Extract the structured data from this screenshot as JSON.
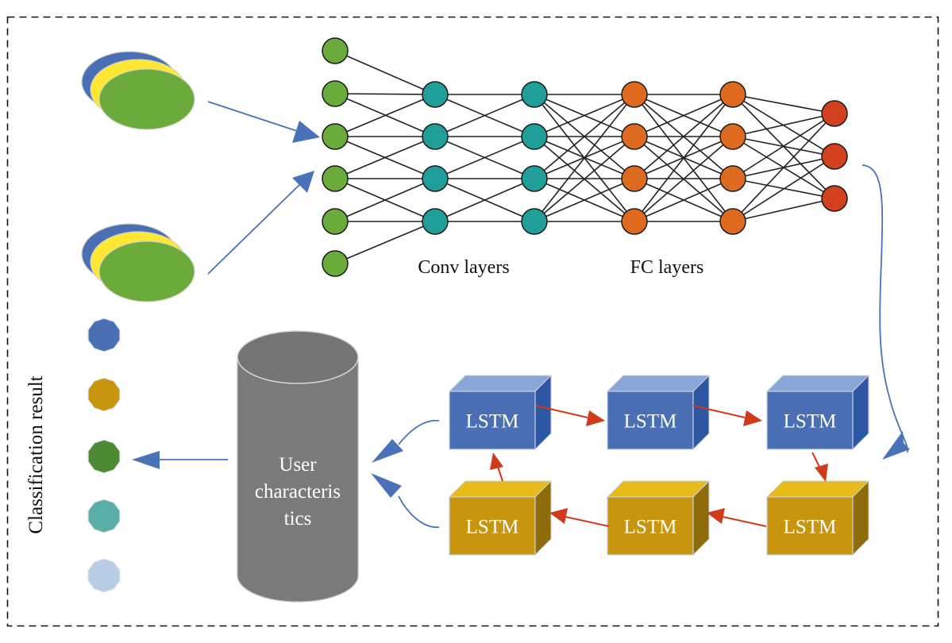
{
  "diagram": {
    "title": "CNN + LSTM user classification pipeline",
    "inputs": [
      {
        "name": "input-image-stack-1",
        "layers": [
          "blue",
          "yellow",
          "green"
        ]
      },
      {
        "name": "input-image-stack-2",
        "layers": [
          "blue",
          "yellow",
          "green"
        ]
      }
    ],
    "network": {
      "layers": [
        {
          "id": "input",
          "nodes": 6,
          "color": "#6aab3c",
          "connectivity_to_next": "local"
        },
        {
          "id": "conv1",
          "nodes": 4,
          "color": "#1f9e9a",
          "connectivity_to_next": "local"
        },
        {
          "id": "conv2",
          "nodes": 4,
          "color": "#1f9e9a",
          "connectivity_to_next": "full"
        },
        {
          "id": "fc1",
          "nodes": 4,
          "color": "#dd6a1f",
          "connectivity_to_next": "full"
        },
        {
          "id": "fc2",
          "nodes": 4,
          "color": "#dd6a1f",
          "connectivity_to_next": "full"
        },
        {
          "id": "output",
          "nodes": 3,
          "color": "#d2401e"
        }
      ],
      "conv_label": "Conv layers",
      "fc_label": "FC layers"
    },
    "lstm": {
      "top_row": [
        "LSTM",
        "LSTM",
        "LSTM"
      ],
      "bottom_row": [
        "LSTM",
        "LSTM",
        "LSTM"
      ],
      "top_color": "#4a6fb5",
      "bottom_color": "#c8950f",
      "flow": "top left→right, right column down, bottom right→left, bottom-left up to top-left"
    },
    "database": {
      "label_lines": [
        "User",
        "characteris",
        "tics"
      ],
      "color": "#7a7a7a"
    },
    "classification": {
      "label": "Classification result",
      "classes": [
        {
          "name": "class-1",
          "color": "#4a6fb5"
        },
        {
          "name": "class-2",
          "color": "#c8950f"
        },
        {
          "name": "class-3",
          "color": "#4e8a34"
        },
        {
          "name": "class-4",
          "color": "#5aaea8"
        },
        {
          "name": "class-5",
          "color": "#b8cde6"
        }
      ]
    },
    "colors": {
      "arrow_blue": "#4a72b8",
      "arrow_red": "#d13a1a",
      "edge": "#222222",
      "border": "#111111"
    }
  }
}
